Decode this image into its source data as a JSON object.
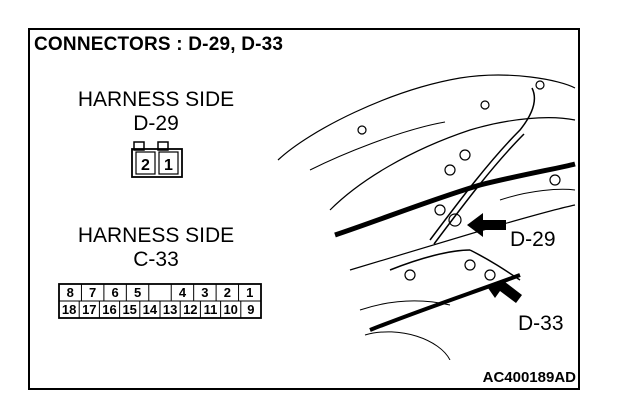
{
  "title": "CONNECTORS : D-29, D-33",
  "connector_a": {
    "side": "HARNESS SIDE",
    "id": "D-29",
    "pins": [
      "2",
      "1"
    ]
  },
  "connector_b": {
    "side": "HARNESS SIDE",
    "id": "C-33",
    "top_row": [
      "8",
      "7",
      "6",
      "5",
      "",
      "4",
      "3",
      "2",
      "1"
    ],
    "bottom_row": [
      "18",
      "17",
      "16",
      "15",
      "14",
      "13",
      "12",
      "11",
      "10",
      "9"
    ]
  },
  "callouts": {
    "d29": "D-29",
    "d33": "D-33"
  },
  "figure_code": "AC400189AD"
}
